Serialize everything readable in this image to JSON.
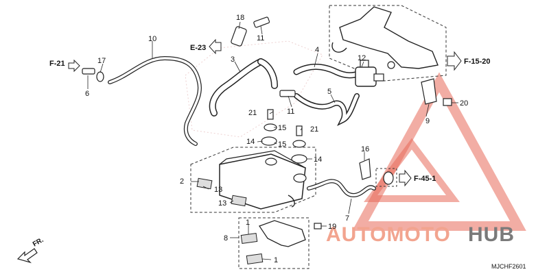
{
  "diagram": {
    "code": "MJCHF2601",
    "front_marker": "FR.",
    "part_numbers": {
      "p1a": "1",
      "p1b": "1",
      "p2": "2",
      "p3": "3",
      "p4": "4",
      "p5": "5",
      "p6": "6",
      "p7": "7",
      "p8": "8",
      "p9": "9",
      "p10": "10",
      "p11a": "11",
      "p11b": "11",
      "p12": "12",
      "p13a": "13",
      "p13b": "13",
      "p14a": "14",
      "p14b": "14",
      "p15a": "15",
      "p15b": "15",
      "p16": "16",
      "p17": "17",
      "p18": "18",
      "p19": "19",
      "p20": "20",
      "p21a": "21",
      "p21b": "21"
    },
    "references": {
      "f21": "F-21",
      "e23": "E-23",
      "f1520": "F-15-20",
      "f451": "F-45-1"
    }
  },
  "watermark": {
    "text_colored": "AUTOMOTO",
    "text_gray": "HUB",
    "color_primary": "#e8695a",
    "color_gray": "#7a7a7a"
  }
}
